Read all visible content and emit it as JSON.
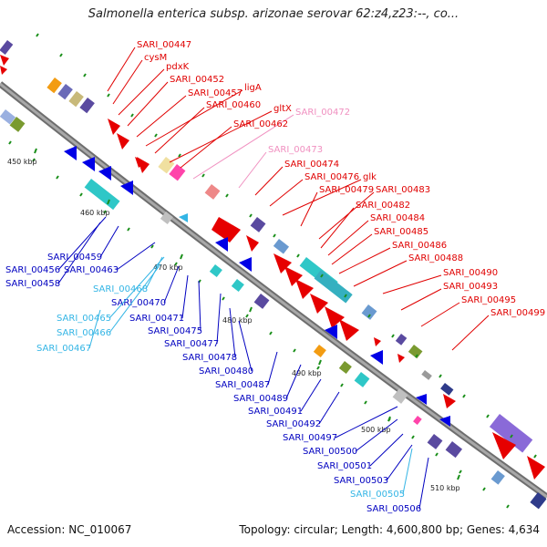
{
  "title": "Salmonella enterica subsp. arizonae serovar 62:z4,z23:--, co...",
  "footer": {
    "accession": "Accession: NC_010067",
    "summary": "Topology: circular; Length: 4,600,800 bp; Genes: 4,634"
  },
  "colors": {
    "backbone": "#8a8a8a",
    "label_forward": "#e00000",
    "label_forward_light": "#f090c0",
    "label_reverse": "#0000c0",
    "label_reverse_light": "#33b5e5",
    "tick": "#1a8f1a"
  },
  "scale_ticks": [
    "450 kbp",
    "460 kbp",
    "470 kbp",
    "480 kbp",
    "490 kbp",
    "500 kbp",
    "510 kbp"
  ],
  "top_labels": [
    {
      "text": "SARI_00447",
      "tone": "forward"
    },
    {
      "text": "cysM",
      "tone": "forward"
    },
    {
      "text": "pdxK",
      "tone": "forward"
    },
    {
      "text": "SARI_00452",
      "tone": "forward"
    },
    {
      "text": "SARI_00457",
      "tone": "forward"
    },
    {
      "text": "ligA",
      "tone": "forward"
    },
    {
      "text": "SARI_00460",
      "tone": "forward"
    },
    {
      "text": "gltX",
      "tone": "forward"
    },
    {
      "text": "SARI_00472",
      "tone": "forward_light"
    },
    {
      "text": "SARI_00462",
      "tone": "forward"
    },
    {
      "text": "SARI_00473",
      "tone": "forward_light"
    },
    {
      "text": "SARI_00474",
      "tone": "forward"
    },
    {
      "text": "SARI_00476",
      "tone": "forward"
    },
    {
      "text": "glk",
      "tone": "forward"
    },
    {
      "text": "SARI_00479",
      "tone": "forward"
    },
    {
      "text": "SARI_00483",
      "tone": "forward"
    },
    {
      "text": "SARI_00482",
      "tone": "forward"
    },
    {
      "text": "SARI_00484",
      "tone": "forward"
    },
    {
      "text": "SARI_00485",
      "tone": "forward"
    },
    {
      "text": "SARI_00486",
      "tone": "forward"
    },
    {
      "text": "SARI_00488",
      "tone": "forward"
    },
    {
      "text": "SARI_00490",
      "tone": "forward"
    },
    {
      "text": "SARI_00493",
      "tone": "forward"
    },
    {
      "text": "SARI_00495",
      "tone": "forward"
    },
    {
      "text": "SARI_00499",
      "tone": "forward"
    }
  ],
  "bottom_labels": [
    {
      "text": "SARI_00459",
      "tone": "reverse"
    },
    {
      "text": "SARI_00456",
      "tone": "reverse"
    },
    {
      "text": "SARI_00463",
      "tone": "reverse"
    },
    {
      "text": "SARI_00458",
      "tone": "reverse"
    },
    {
      "text": "SARI_00468",
      "tone": "reverse_light"
    },
    {
      "text": "SARI_00470",
      "tone": "reverse"
    },
    {
      "text": "SARI_00465",
      "tone": "reverse_light"
    },
    {
      "text": "SARI_00471",
      "tone": "reverse"
    },
    {
      "text": "SARI_00466",
      "tone": "reverse_light"
    },
    {
      "text": "SARI_00475",
      "tone": "reverse"
    },
    {
      "text": "SARI_00467",
      "tone": "reverse_light"
    },
    {
      "text": "SARI_00477",
      "tone": "reverse"
    },
    {
      "text": "SARI_00478",
      "tone": "reverse"
    },
    {
      "text": "SARI_00480",
      "tone": "reverse"
    },
    {
      "text": "SARI_00487",
      "tone": "reverse"
    },
    {
      "text": "SARI_00489",
      "tone": "reverse"
    },
    {
      "text": "SARI_00491",
      "tone": "reverse"
    },
    {
      "text": "SARI_00492",
      "tone": "reverse"
    },
    {
      "text": "SARI_00497",
      "tone": "reverse"
    },
    {
      "text": "SARI_00500",
      "tone": "reverse"
    },
    {
      "text": "SARI_00501",
      "tone": "reverse"
    },
    {
      "text": "SARI_00503",
      "tone": "reverse"
    },
    {
      "text": "SARI_00505",
      "tone": "reverse_light"
    },
    {
      "text": "SARI_00506",
      "tone": "reverse"
    }
  ]
}
